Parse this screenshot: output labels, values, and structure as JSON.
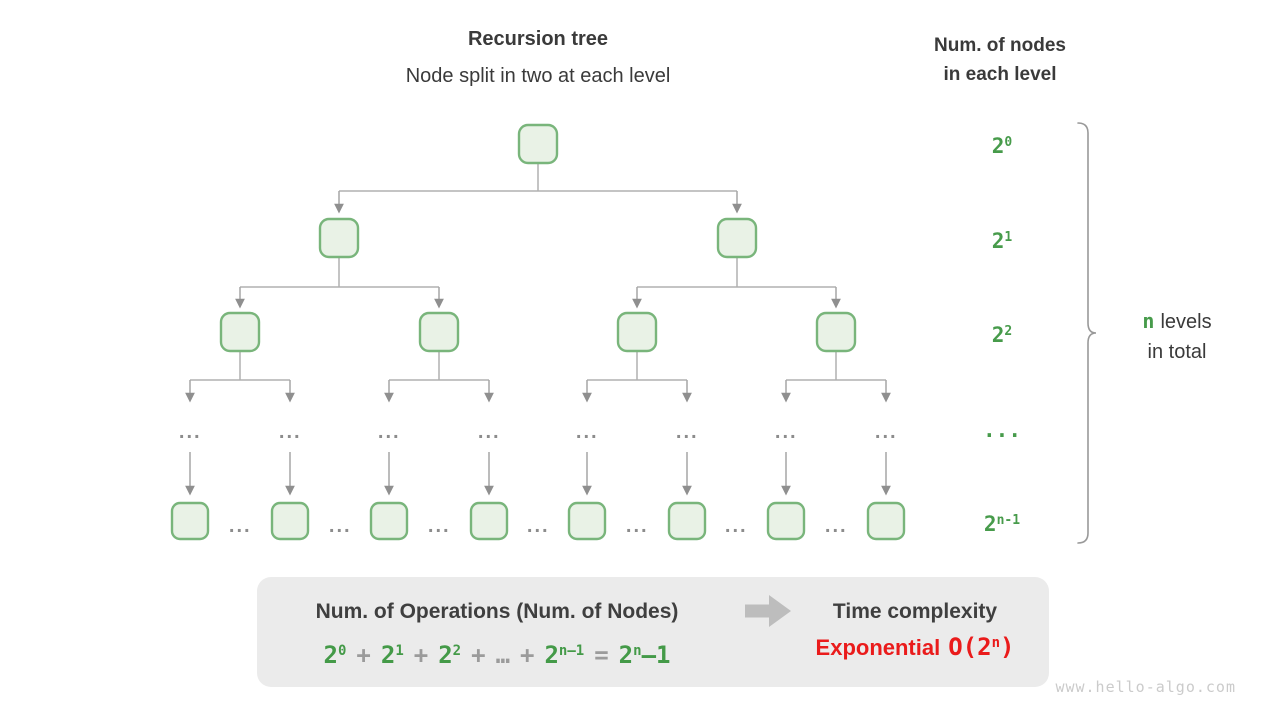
{
  "header": {
    "title": "Recursion tree",
    "subtitle": "Node split in two at each level"
  },
  "right_header": {
    "line1": "Num. of nodes",
    "line2": "in each level"
  },
  "level_labels": [
    {
      "base": "2",
      "sup": "0"
    },
    {
      "base": "2",
      "sup": "1"
    },
    {
      "base": "2",
      "sup": "2"
    },
    {
      "base": "...",
      "sup": ""
    },
    {
      "base": "2",
      "sup": "n-1"
    }
  ],
  "tree": {
    "ellipsis": "..."
  },
  "brace_label": {
    "n": "n",
    "line1_rest": "levels",
    "line2": "in total"
  },
  "summary_box": {
    "operations_title": "Num. of Operations (Num. of Nodes)",
    "formula": [
      {
        "text": "2",
        "sup": "0",
        "color": "green"
      },
      {
        "text": "+",
        "color": "gray"
      },
      {
        "text": "2",
        "sup": "1",
        "color": "green"
      },
      {
        "text": "+",
        "color": "gray"
      },
      {
        "text": "2",
        "sup": "2",
        "color": "green"
      },
      {
        "text": "+",
        "color": "gray"
      },
      {
        "text": "…",
        "color": "gray"
      },
      {
        "text": "+",
        "color": "gray"
      },
      {
        "text": "2",
        "sup": "n–1",
        "color": "green"
      },
      {
        "text": "=",
        "color": "gray"
      },
      {
        "text": "2",
        "sup": "n",
        "tail": "–1",
        "color": "green"
      }
    ],
    "time_title": "Time complexity",
    "complexity_word": "Exponential",
    "complexity_o_open": "O(2",
    "complexity_o_sup": "n",
    "complexity_o_close": ")"
  },
  "watermark": "www.hello-algo.com",
  "colors": {
    "green_text": "#479b4b",
    "node_fill": "#e9f2e6",
    "node_border": "#79b57b",
    "line_gray": "#b0b0b0",
    "arrow_gray": "#8f8f8f",
    "dots_gray": "#8c8c8c",
    "box_bg": "#ebebeb",
    "red_text": "#ea1b1b"
  }
}
